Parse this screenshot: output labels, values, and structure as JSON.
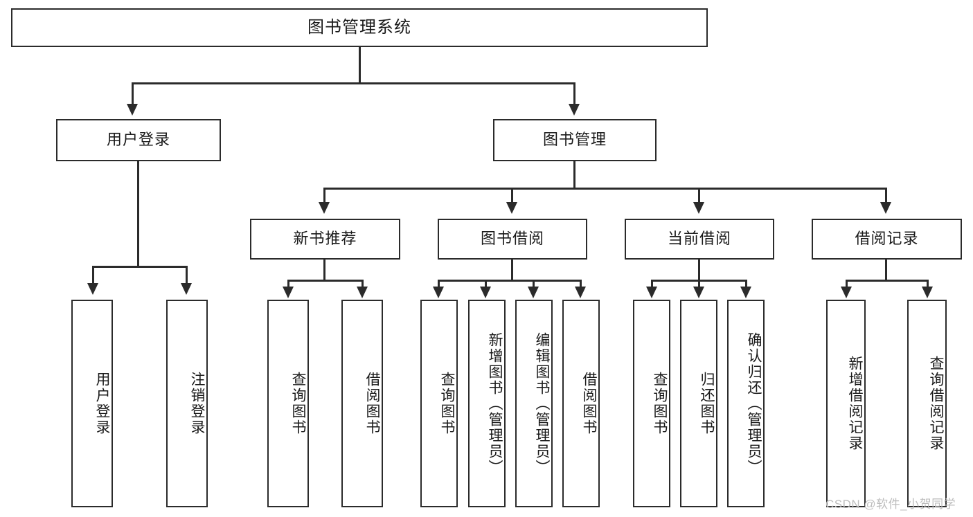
{
  "diagram": {
    "title": "图书管理系统",
    "type": "hierarchy-tree",
    "root": {
      "label": "图书管理系统"
    },
    "level1": [
      {
        "id": "user-login",
        "label": "用户登录"
      },
      {
        "id": "book-management",
        "label": "图书管理"
      }
    ],
    "level2": [
      {
        "id": "new-book-recommend",
        "label": "新书推荐",
        "parent": "book-management"
      },
      {
        "id": "book-borrow",
        "label": "图书借阅",
        "parent": "book-management"
      },
      {
        "id": "current-borrow",
        "label": "当前借阅",
        "parent": "book-management"
      },
      {
        "id": "borrow-record",
        "label": "借阅记录",
        "parent": "book-management"
      }
    ],
    "leaves": {
      "user_login": [
        {
          "id": "leaf-user-login",
          "label": "用户登录"
        },
        {
          "id": "leaf-logout-login",
          "label": "注销登录"
        }
      ],
      "new_book_recommend": [
        {
          "id": "leaf-query-book-1",
          "label": "查询图书"
        },
        {
          "id": "leaf-borrow-book-1",
          "label": "借阅图书"
        }
      ],
      "book_borrow": [
        {
          "id": "leaf-query-book-2",
          "label": "查询图书"
        },
        {
          "id": "leaf-add-book",
          "label": "新增图书（管理员）"
        },
        {
          "id": "leaf-edit-book",
          "label": "编辑图书（管理员）"
        },
        {
          "id": "leaf-borrow-book-2",
          "label": "借阅图书"
        }
      ],
      "current_borrow": [
        {
          "id": "leaf-query-book-3",
          "label": "查询图书"
        },
        {
          "id": "leaf-return-book",
          "label": "归还图书"
        },
        {
          "id": "leaf-confirm-return",
          "label": "确认归还（管理员）"
        }
      ],
      "borrow_record": [
        {
          "id": "leaf-add-record",
          "label": "新增借阅记录"
        },
        {
          "id": "leaf-query-record",
          "label": "查询借阅记录"
        }
      ]
    },
    "colors": {
      "stroke": "#2b2b2b",
      "fill": "#ffffff",
      "text": "#1a1a1a",
      "watermark": "#bdbdbd"
    }
  },
  "watermark": {
    "text": "CSDN @软件_小贺同学"
  }
}
